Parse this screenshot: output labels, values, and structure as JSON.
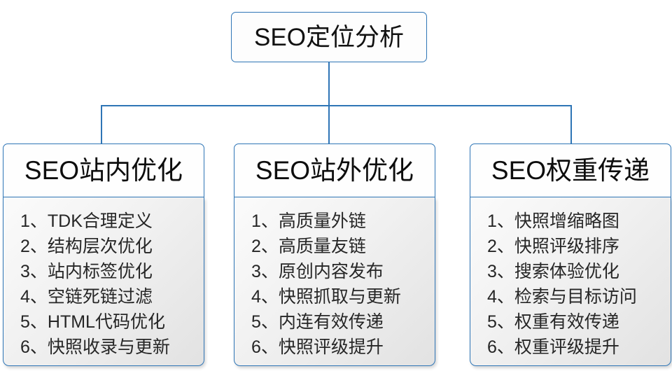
{
  "theme": {
    "accent_blue": "#2e75b6",
    "text_color": "#262626",
    "panel_gradient_start": "#fbfbfb",
    "panel_gradient_end": "#e2e2e2",
    "background": "#ffffff"
  },
  "diagram": {
    "type": "org-chart",
    "root": {
      "label": "SEO定位分析"
    },
    "branches": [
      {
        "header": "SEO站内优化",
        "items": [
          {
            "num": "1、",
            "text": "TDK合理定义"
          },
          {
            "num": "2、",
            "text": "结构层次优化"
          },
          {
            "num": "3、",
            "text": "站内标签优化"
          },
          {
            "num": "4、",
            "text": "空链死链过滤"
          },
          {
            "num": "5、",
            "text": "HTML代码优化"
          },
          {
            "num": "6、",
            "text": "快照收录与更新"
          }
        ]
      },
      {
        "header": "SEO站外优化",
        "items": [
          {
            "num": "1、",
            "text": "高质量外链"
          },
          {
            "num": "2、",
            "text": "高质量友链"
          },
          {
            "num": "3、",
            "text": "原创内容发布"
          },
          {
            "num": "4、",
            "text": "快照抓取与更新"
          },
          {
            "num": "5、",
            "text": "内连有效传递"
          },
          {
            "num": "6、",
            "text": "快照评级提升"
          }
        ]
      },
      {
        "header": "SEO权重传递",
        "items": [
          {
            "num": "1、",
            "text": "快照增缩略图"
          },
          {
            "num": "2、",
            "text": "快照评级排序"
          },
          {
            "num": "3、",
            "text": "搜索体验优化"
          },
          {
            "num": "4、",
            "text": "检索与目标访问"
          },
          {
            "num": "5、",
            "text": "权重有效传递"
          },
          {
            "num": "6、",
            "text": "权重评级提升"
          }
        ]
      }
    ]
  }
}
